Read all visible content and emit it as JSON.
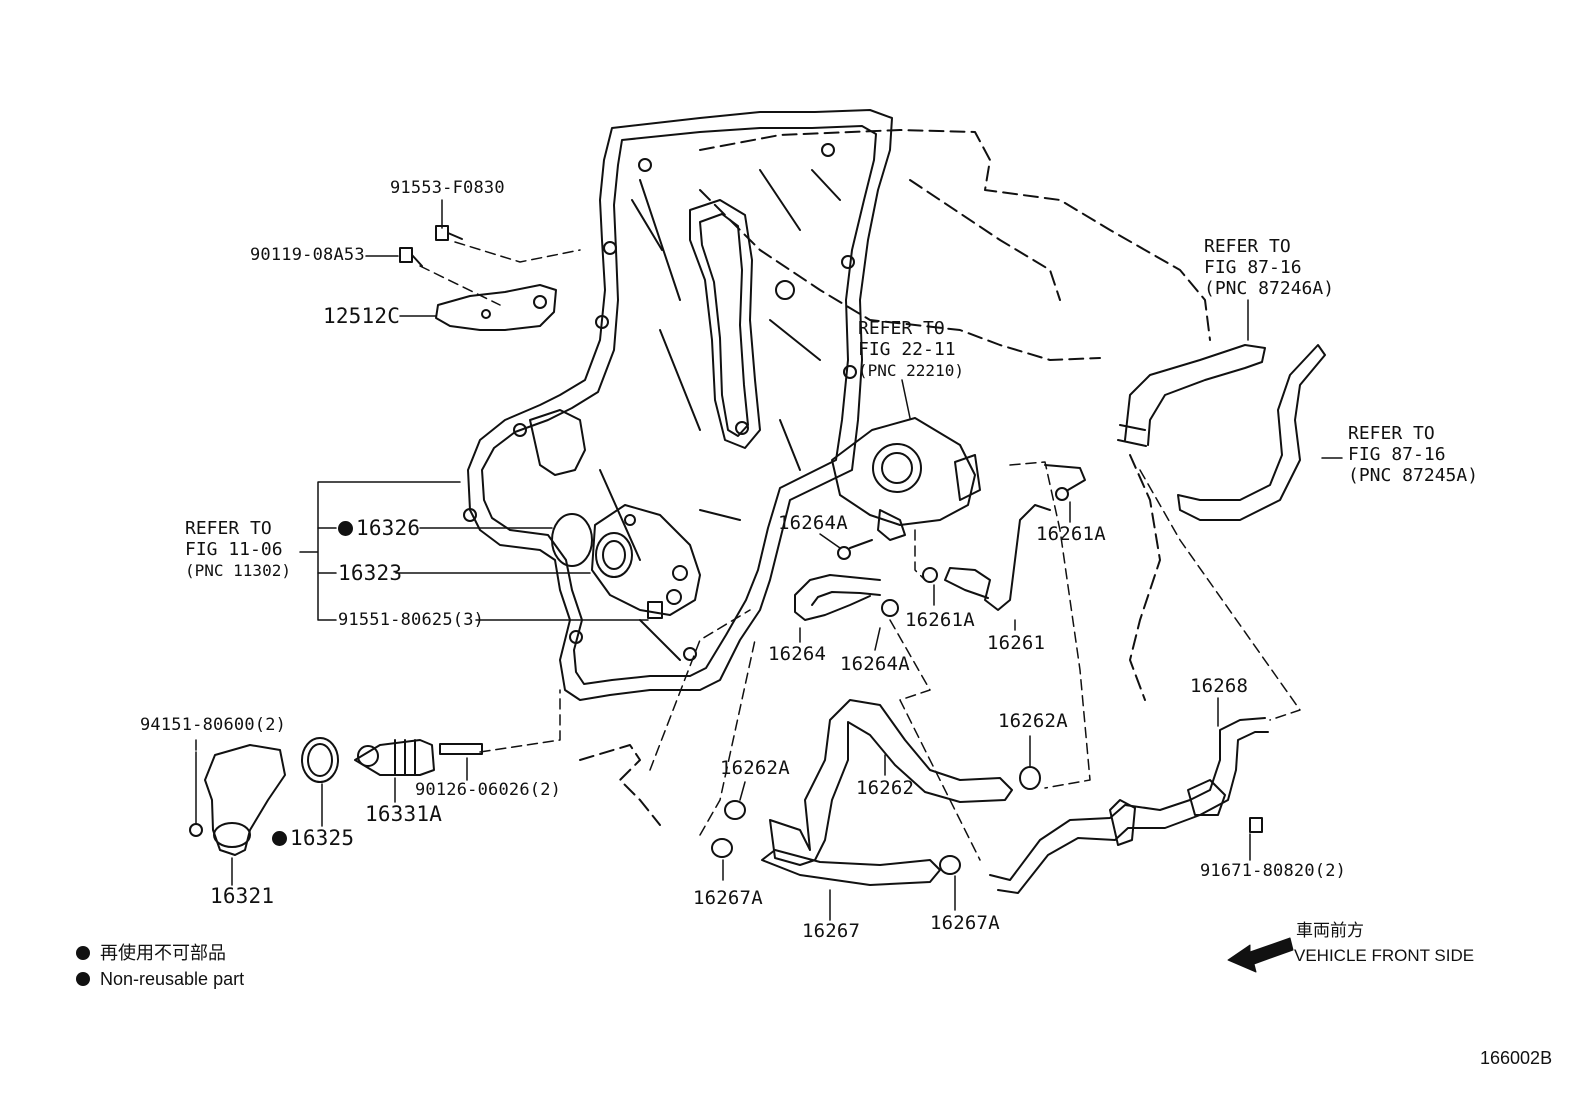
{
  "diagram_code": "166002B",
  "refers": {
    "timing_cover": {
      "line1": "REFER TO",
      "line2": "FIG 11-06",
      "line3": "(PNC 11302)"
    },
    "throttle_body": {
      "line1": "REFER TO",
      "line2": "FIG 22-11",
      "line3": "(PNC 22210)"
    },
    "upper_hose": {
      "line1": "REFER TO",
      "line2": "FIG 87-16",
      "line3": "(PNC 87246A)"
    },
    "lower_hose": {
      "line1": "REFER TO",
      "line2": "FIG 87-16",
      "line3": "(PNC 87245A)"
    }
  },
  "parts": {
    "p91553_F0830": "91553-F0830",
    "p90119_08A53": "90119-08A53",
    "p12512C": "12512C",
    "p16326": "16326",
    "p16323": "16323",
    "p91551_80625": "91551-80625(3)",
    "p94151_80600": "94151-80600(2)",
    "p16325": "16325",
    "p16321": "16321",
    "p16331A": "16331A",
    "p90126_06026": "90126-06026(2)",
    "p16264A_upper": "16264A",
    "p16264": "16264",
    "p16264A_lower": "16264A",
    "p16261A_right": "16261A",
    "p16261A_mid": "16261A",
    "p16261": "16261",
    "p16262A_left": "16262A",
    "p16262": "16262",
    "p16262A_right": "16262A",
    "p16267A_left": "16267A",
    "p16267": "16267",
    "p16267A_right": "16267A",
    "p16268": "16268",
    "p91671_80820": "91671-80820(2)"
  },
  "legend": {
    "jp": "再使用不可部品",
    "en": "Non-reusable part"
  },
  "front": {
    "jp": "車両前方",
    "en": "VEHICLE FRONT SIDE"
  }
}
